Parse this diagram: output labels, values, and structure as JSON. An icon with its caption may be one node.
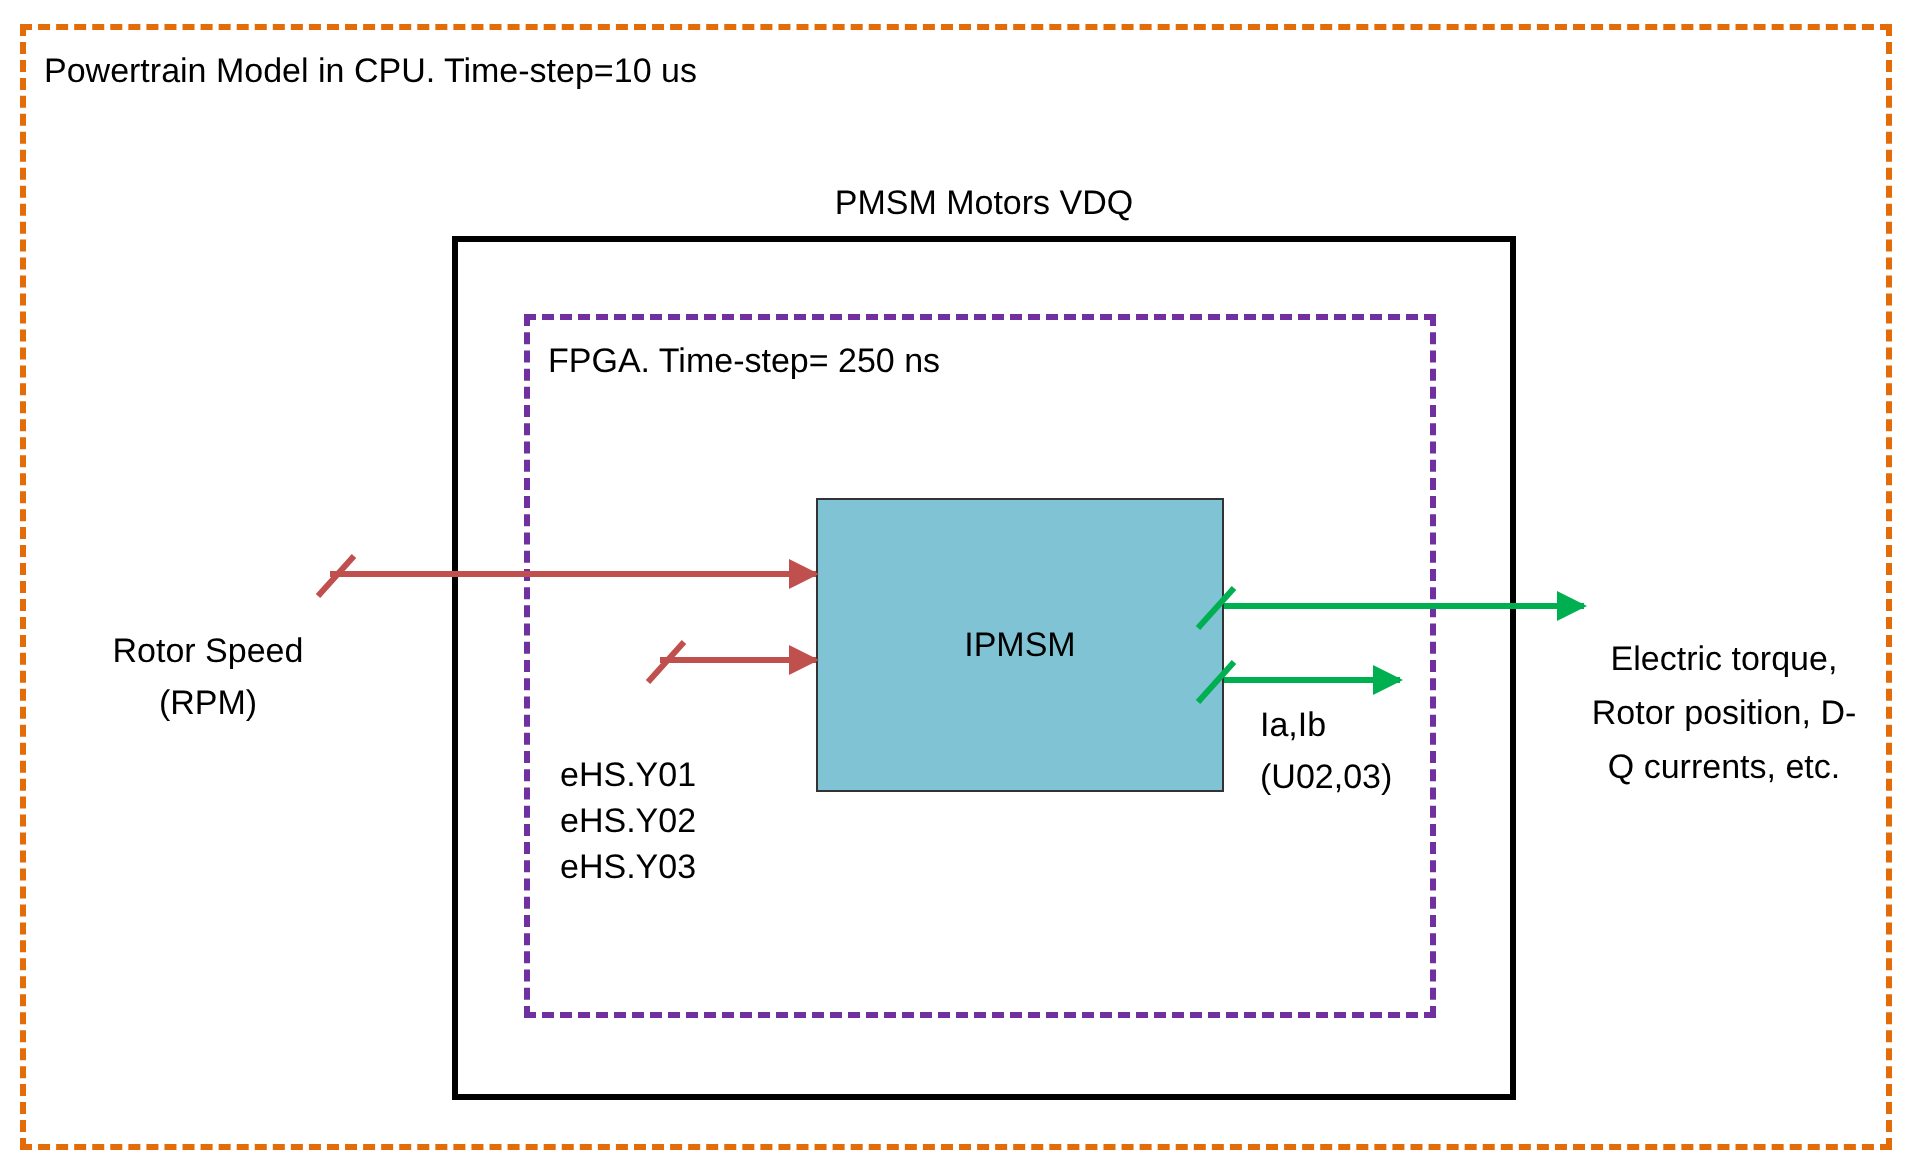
{
  "diagram": {
    "nodes": [
      {
        "text": [
          "Powertrain Model in CPU. Time-step=10 us"
        ]
      },
      {
        "text": [
          "PMSM Motors VDQ"
        ],
        "in": 0
      },
      {
        "text": [
          "FPGA. Time-step= 250 ns"
        ],
        "in": 1
      },
      {
        "text": [
          "IPMSM"
        ],
        "in": 2
      },
      {
        "text": [
          "Rotor Speed (RPM)"
        ],
        "in": 0
      },
      {
        "text": [
          "eHS.Y01 eHS.Y02 eHS.Y03"
        ],
        "in": 2
      },
      {
        "text": [
          "Electric torque, Rotor position, D-Q currents, etc."
        ],
        "in": 0
      },
      {
        "text": [
          "Ia,Ib (U02,03)"
        ],
        "in": 2
      }
    ],
    "edges": [
      {
        "from": 4,
        "to": 3,
        "arrow": "to",
        "color": "#c0504d"
      },
      {
        "from": 5,
        "to": 3,
        "arrow": "to",
        "color": "#c0504d"
      },
      {
        "from": 3,
        "to": 6,
        "arrow": "to",
        "color": "#00b050"
      },
      {
        "from": 3,
        "to": 7,
        "arrow": "to",
        "color": "#00b050"
      }
    ]
  }
}
